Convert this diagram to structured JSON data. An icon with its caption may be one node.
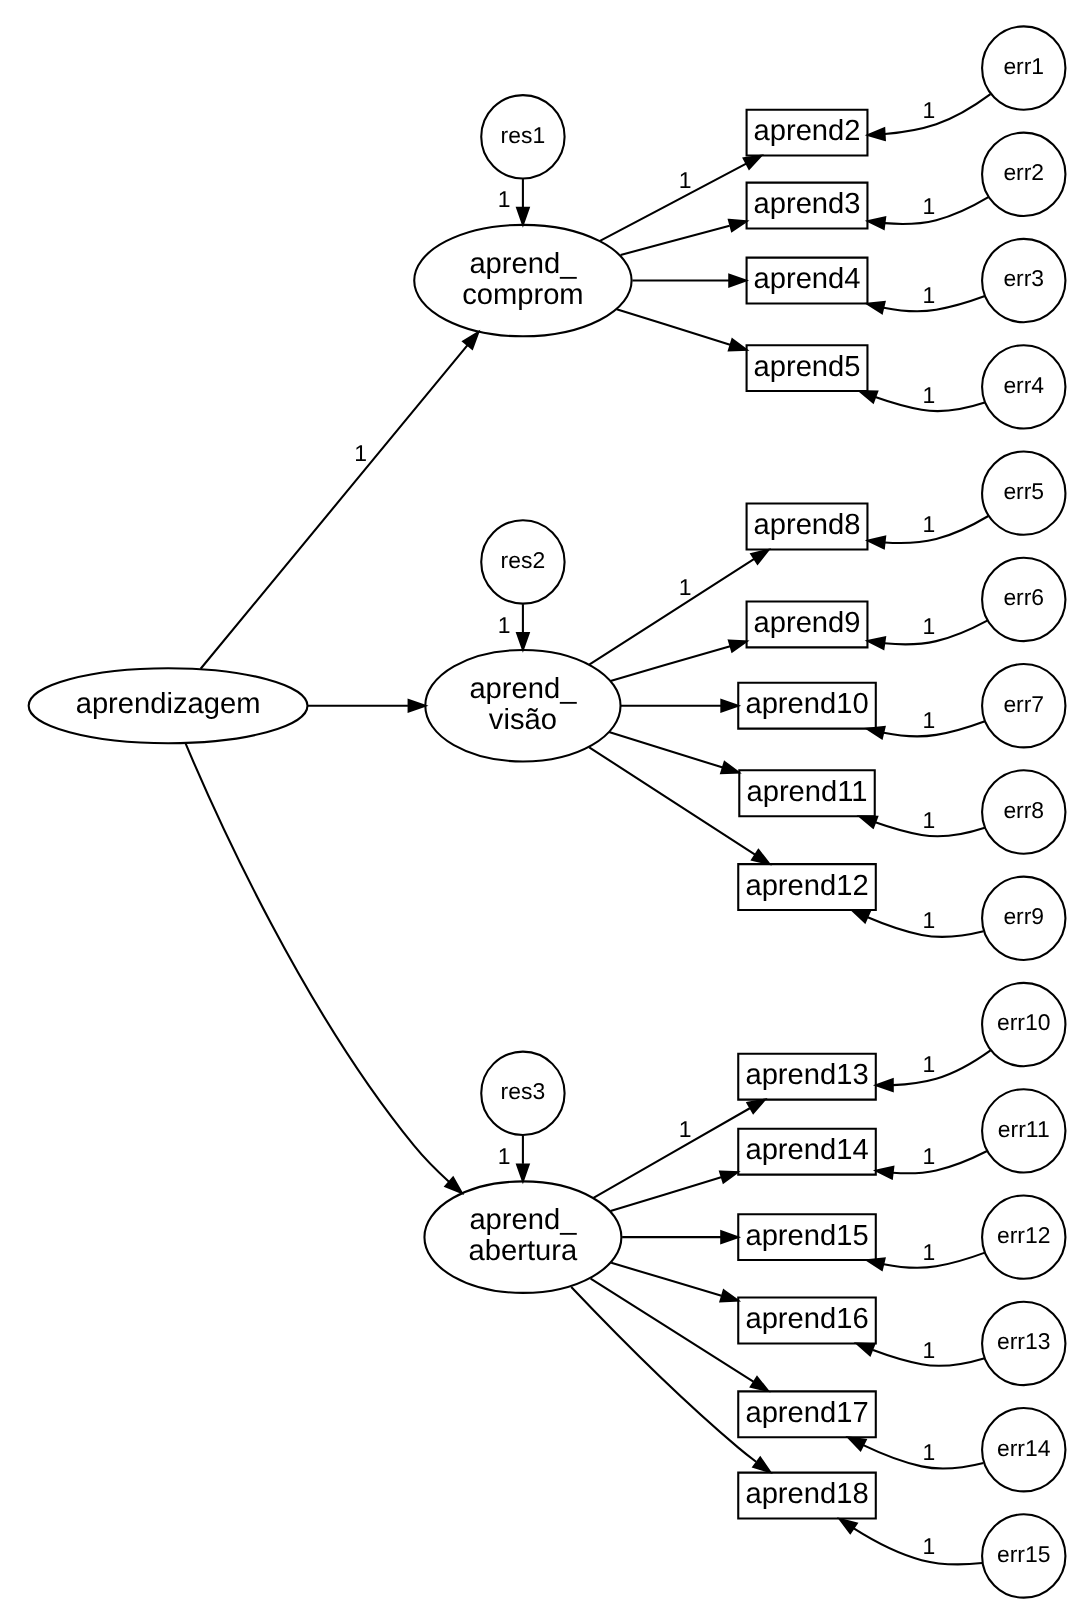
{
  "diagram": {
    "nodes": [
      {
        "text": [
          "aprendizagem"
        ]
      },
      {
        "text": [
          "aprend_ comprom"
        ]
      },
      {
        "text": [
          "aprend_ visão"
        ]
      },
      {
        "text": [
          "aprend_ abertura"
        ]
      },
      {
        "text": [
          "res1"
        ]
      },
      {
        "text": [
          "res2"
        ]
      },
      {
        "text": [
          "res3"
        ]
      },
      {
        "text": [
          "aprend2"
        ]
      },
      {
        "text": [
          "aprend3"
        ]
      },
      {
        "text": [
          "aprend4"
        ]
      },
      {
        "text": [
          "aprend5"
        ]
      },
      {
        "text": [
          "aprend8"
        ]
      },
      {
        "text": [
          "aprend9"
        ]
      },
      {
        "text": [
          "aprend10"
        ]
      },
      {
        "text": [
          "aprend11"
        ]
      },
      {
        "text": [
          "aprend12"
        ]
      },
      {
        "text": [
          "aprend13"
        ]
      },
      {
        "text": [
          "aprend14"
        ]
      },
      {
        "text": [
          "aprend15"
        ]
      },
      {
        "text": [
          "aprend16"
        ]
      },
      {
        "text": [
          "aprend17"
        ]
      },
      {
        "text": [
          "aprend18"
        ]
      },
      {
        "text": [
          "err1"
        ]
      },
      {
        "text": [
          "err2"
        ]
      },
      {
        "text": [
          "err3"
        ]
      },
      {
        "text": [
          "err4"
        ]
      },
      {
        "text": [
          "err5"
        ]
      },
      {
        "text": [
          "err6"
        ]
      },
      {
        "text": [
          "err7"
        ]
      },
      {
        "text": [
          "err8"
        ]
      },
      {
        "text": [
          "err9"
        ]
      },
      {
        "text": [
          "err10"
        ]
      },
      {
        "text": [
          "err11"
        ]
      },
      {
        "text": [
          "err12"
        ]
      },
      {
        "text": [
          "err13"
        ]
      },
      {
        "text": [
          "err14"
        ]
      },
      {
        "text": [
          "err15"
        ]
      }
    ],
    "edges": [
      {
        "from": 0,
        "to": 1,
        "arrow": "to",
        "label": "1"
      },
      {
        "from": 0,
        "to": 2,
        "arrow": "to"
      },
      {
        "from": 0,
        "to": 3,
        "arrow": "to"
      },
      {
        "from": 4,
        "to": 1,
        "arrow": "to",
        "label": "1"
      },
      {
        "from": 5,
        "to": 2,
        "arrow": "to",
        "label": "1"
      },
      {
        "from": 6,
        "to": 3,
        "arrow": "to",
        "label": "1"
      },
      {
        "from": 1,
        "to": 7,
        "arrow": "to",
        "label": "1"
      },
      {
        "from": 1,
        "to": 8,
        "arrow": "to"
      },
      {
        "from": 1,
        "to": 9,
        "arrow": "to"
      },
      {
        "from": 1,
        "to": 10,
        "arrow": "to"
      },
      {
        "from": 2,
        "to": 11,
        "arrow": "to",
        "label": "1"
      },
      {
        "from": 2,
        "to": 12,
        "arrow": "to"
      },
      {
        "from": 2,
        "to": 13,
        "arrow": "to"
      },
      {
        "from": 2,
        "to": 14,
        "arrow": "to"
      },
      {
        "from": 2,
        "to": 15,
        "arrow": "to"
      },
      {
        "from": 3,
        "to": 16,
        "arrow": "to",
        "label": "1"
      },
      {
        "from": 3,
        "to": 17,
        "arrow": "to"
      },
      {
        "from": 3,
        "to": 18,
        "arrow": "to"
      },
      {
        "from": 3,
        "to": 19,
        "arrow": "to"
      },
      {
        "from": 3,
        "to": 20,
        "arrow": "to"
      },
      {
        "from": 3,
        "to": 21,
        "arrow": "to"
      },
      {
        "from": 22,
        "to": 7,
        "arrow": "to",
        "label": "1"
      },
      {
        "from": 23,
        "to": 8,
        "arrow": "to",
        "label": "1"
      },
      {
        "from": 24,
        "to": 9,
        "arrow": "to",
        "label": "1"
      },
      {
        "from": 25,
        "to": 10,
        "arrow": "to",
        "label": "1"
      },
      {
        "from": 26,
        "to": 11,
        "arrow": "to",
        "label": "1"
      },
      {
        "from": 27,
        "to": 12,
        "arrow": "to",
        "label": "1"
      },
      {
        "from": 28,
        "to": 13,
        "arrow": "to",
        "label": "1"
      },
      {
        "from": 29,
        "to": 14,
        "arrow": "to",
        "label": "1"
      },
      {
        "from": 30,
        "to": 15,
        "arrow": "to",
        "label": "1"
      },
      {
        "from": 31,
        "to": 16,
        "arrow": "to",
        "label": "1"
      },
      {
        "from": 32,
        "to": 17,
        "arrow": "to",
        "label": "1"
      },
      {
        "from": 33,
        "to": 18,
        "arrow": "to",
        "label": "1"
      },
      {
        "from": 34,
        "to": 19,
        "arrow": "to",
        "label": "1"
      },
      {
        "from": 35,
        "to": 20,
        "arrow": "to",
        "label": "1"
      },
      {
        "from": 36,
        "to": 21,
        "arrow": "to",
        "label": "1"
      }
    ]
  }
}
